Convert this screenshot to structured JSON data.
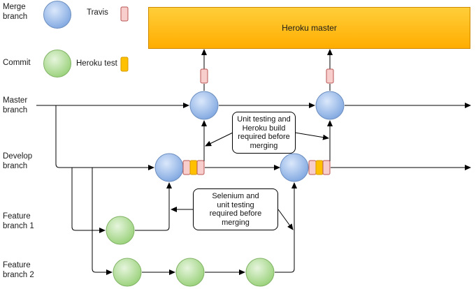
{
  "legend": {
    "merge_branch": "Merge\nbranch",
    "commit": "Commit",
    "travis": "Travis",
    "heroku_test": "Heroku test"
  },
  "heroku_master": "Heroku master",
  "lanes": {
    "master": "Master\nbranch",
    "develop": "Develop\nbranch",
    "feature1": "Feature\nbranch 1",
    "feature2": "Feature\nbranch 2"
  },
  "notes": {
    "unit_heroku": "Unit testing and\nHeroku build\nrequired before\nmerging",
    "selenium": "Selenium and\nunit testing\nrequired before\nmerging"
  },
  "colors": {
    "merge_fill": "#a4c2f4",
    "merge_stroke": "#6c8ebf",
    "commit_fill": "#b9e0a5",
    "commit_stroke": "#82b366",
    "travis_fill": "#f8cecc",
    "travis_stroke": "#b85450",
    "heroku_test_fill": "#ffc000",
    "heroku_test_stroke": "#d79b00"
  }
}
